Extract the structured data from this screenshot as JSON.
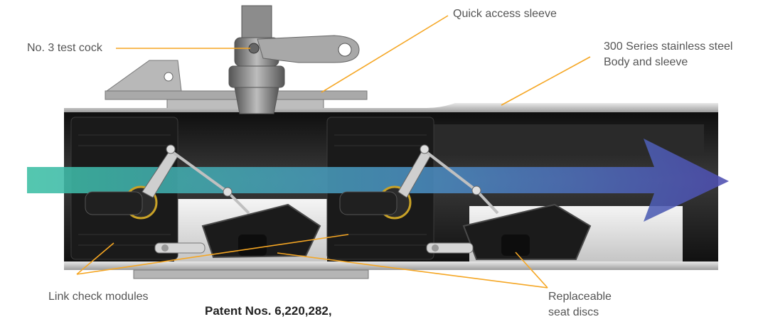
{
  "labels": {
    "test_cock": "No. 3 test cock",
    "sleeve": "Quick access sleeve",
    "body_line1": "300 Series stainless steel",
    "body_line2": "Body and sleeve",
    "modules": "Link check modules",
    "discs_line1": "Replaceable",
    "discs_line2": "seat discs",
    "patent": "Patent Nos. 6,220,282,"
  },
  "colors": {
    "leader_line": "#f5a623",
    "body_dark": "#1c1c1c",
    "metal_gray": "#9a9a9a",
    "flow_start": "#3cbfa4",
    "flow_end": "#4e4db0"
  }
}
